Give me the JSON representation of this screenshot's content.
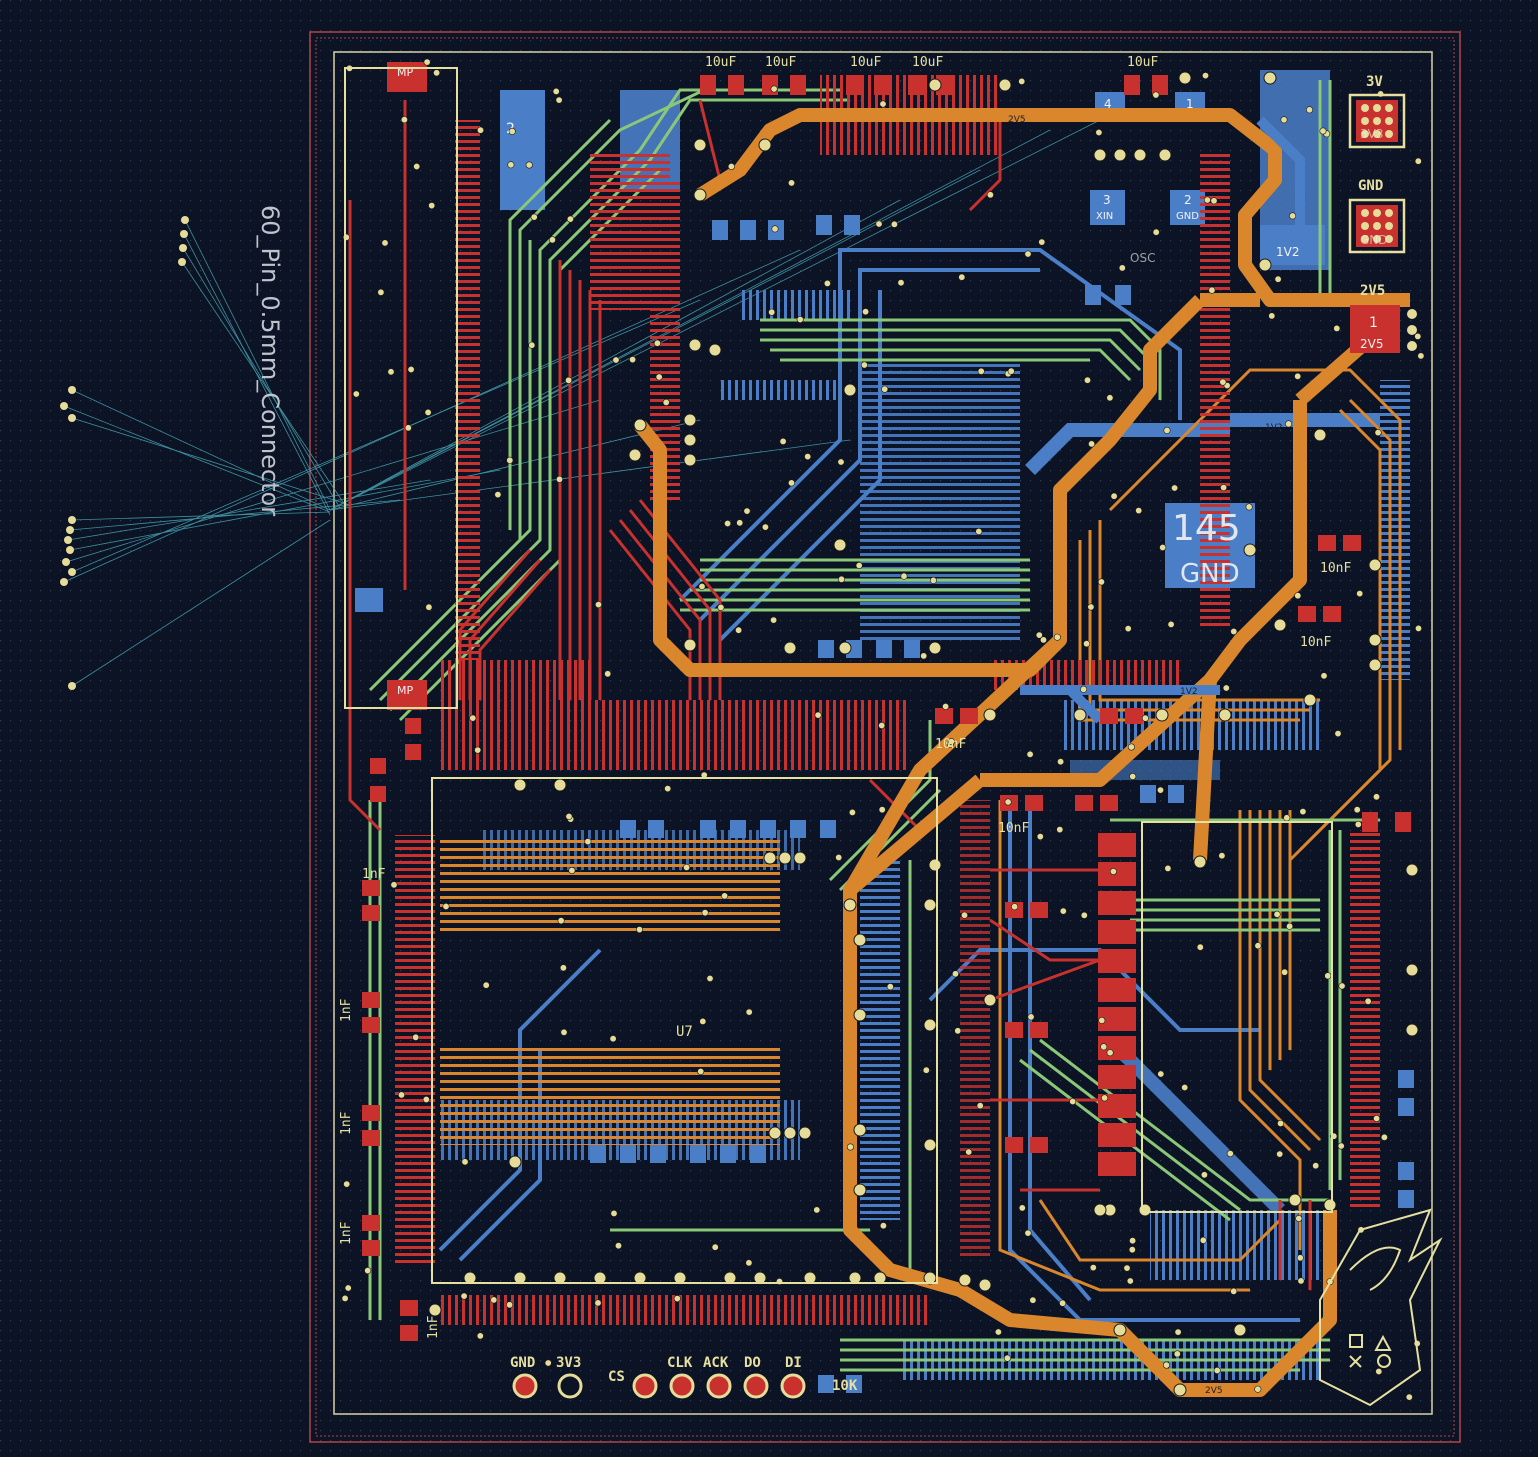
{
  "connector_label": "60_Pin_0.5mm_Connector",
  "component_ref": "U7",
  "via_label": "145",
  "via_net": "GND",
  "net_labels": [
    "2V5",
    "1V2",
    "2V5",
    "1V2"
  ],
  "cap_labels": [
    "10uF",
    "10uF",
    "10uF",
    "10uF",
    "10uF"
  ],
  "side_caps": [
    "1nF",
    "1nF",
    "1nF",
    "1nF",
    "1nF"
  ],
  "small_caps": [
    "10nF",
    "10nF",
    "10nF",
    "10nF"
  ],
  "header_pins": [
    "GND",
    "3V3",
    "CS",
    "CLK",
    "ACK",
    "DO",
    "DI"
  ],
  "power_pins": {
    "v3": "3V",
    "v3_pad": "3V3",
    "gnd": "GND",
    "gnd_pad": "GND",
    "v25": "2V5",
    "v25_pad": "2V5"
  },
  "res_label": "10K",
  "osc": {
    "xin": "XIN",
    "gnd": "GND",
    "pin3": "3",
    "pin2": "2",
    "pin4": "4",
    "pin1": "1",
    "v12": "1V2",
    "osc_label": "OSC"
  },
  "pads": {
    "mp_top": "MP",
    "mp_bottom": "MP",
    "two": "2",
    "one": "1"
  },
  "colors": {
    "background": "#0b1324",
    "front_copper": "#c8312e",
    "back_copper": "#4a7fc8",
    "inner1": "#8ac777",
    "inner2": "#d9862d",
    "silkscreen": "#e6e0a0",
    "via": "#e6dc9a",
    "ratsnest": "#47a6b5"
  }
}
